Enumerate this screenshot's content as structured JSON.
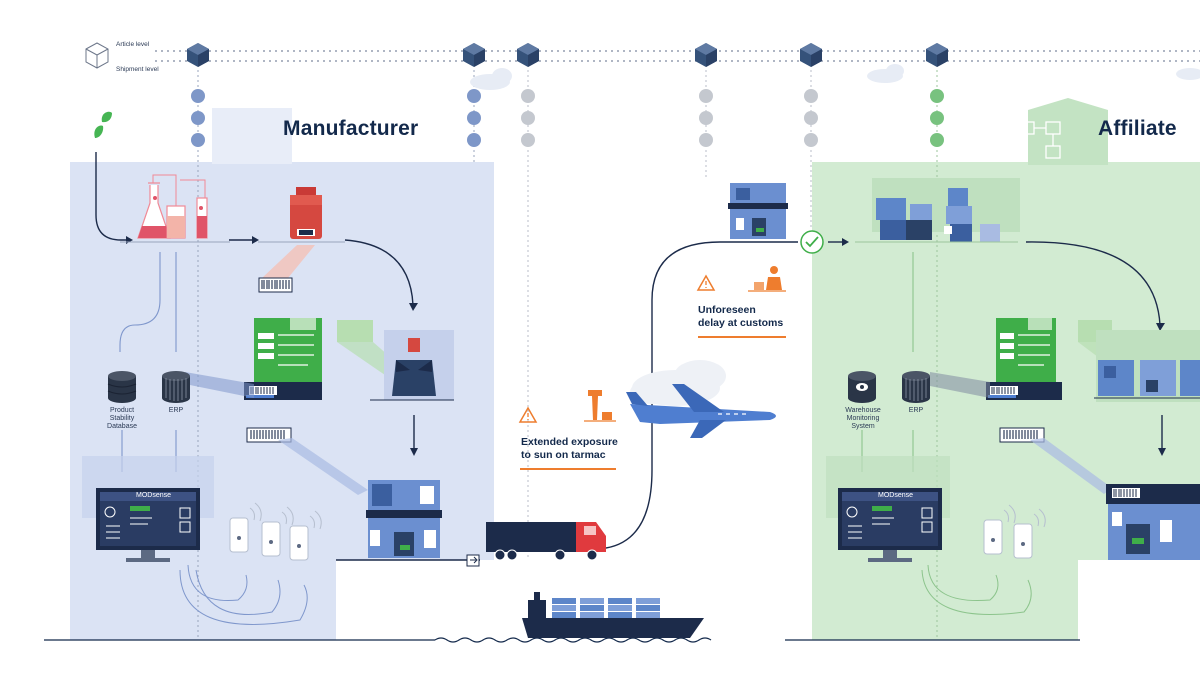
{
  "legend": {
    "article_level": "Article level",
    "shipment_level": "Shipment level"
  },
  "regions": {
    "manufacturer": "Manufacturer",
    "affiliate": "Affiliate"
  },
  "manufacturer_systems": {
    "product_stability_database": [
      "Product",
      "Stability",
      "Database"
    ],
    "erp": "ERP",
    "modsense": "MODsense"
  },
  "affiliate_systems": {
    "warehouse_monitoring_system": [
      "Warehouse",
      "Monitoring",
      "System"
    ],
    "erp": "ERP",
    "modsense": "MODsense"
  },
  "warnings": {
    "tarmac": [
      "Extended exposure",
      "to sun on tarmac"
    ],
    "customs": [
      "Unforeseen",
      "delay at customs"
    ]
  },
  "colors": {
    "manufacturer_bg": "#dbe3f4",
    "affiliate_bg": "#d2ebd2",
    "navy": "#13294b",
    "warning_orange": "#ee7d2e",
    "green_accent": "#3fae49",
    "blue_box": "#5d86c9"
  },
  "icons": [
    "leaf-icon",
    "flask-icon",
    "bottle-icon",
    "barcode-icon",
    "document-icon",
    "box-icon",
    "database-icon",
    "monitor-icon",
    "sensor-icon",
    "truck-icon",
    "ship-icon",
    "airplane-icon",
    "warning-icon",
    "location-pin-icon",
    "person-icon",
    "link-icon",
    "checkmark-icon",
    "cloud-icon",
    "factory-icon",
    "warehouse-icon"
  ]
}
